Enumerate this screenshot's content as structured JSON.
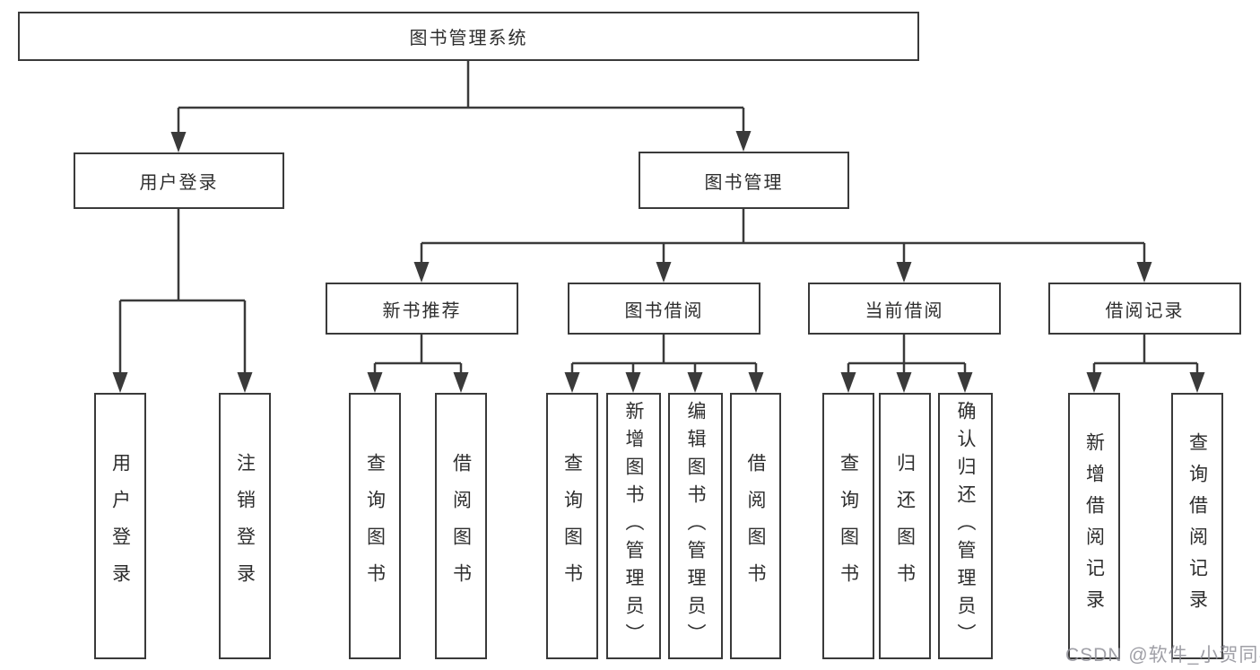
{
  "colors": {
    "background": "#ffffff",
    "box_border": "#3a3a3a",
    "line": "#3a3a3a",
    "text": "#2e2e2e",
    "watermark": "#8e8e96"
  },
  "tree": {
    "label": "图书管理系统",
    "children": [
      {
        "label": "用户登录",
        "children": [
          {
            "label": "用户登录"
          },
          {
            "label": "注销登录"
          }
        ]
      },
      {
        "label": "图书管理",
        "children": [
          {
            "label": "新书推荐",
            "children": [
              {
                "label": "查询图书"
              },
              {
                "label": "借阅图书"
              }
            ]
          },
          {
            "label": "图书借阅",
            "children": [
              {
                "label": "查询图书"
              },
              {
                "label": "新增图书（管理员）"
              },
              {
                "label": "编辑图书（管理员）"
              },
              {
                "label": "借阅图书"
              }
            ]
          },
          {
            "label": "当前借阅",
            "children": [
              {
                "label": "查询图书"
              },
              {
                "label": "归还图书"
              },
              {
                "label": "确认归还（管理员）"
              }
            ]
          },
          {
            "label": "借阅记录",
            "children": [
              {
                "label": "新增借阅记录"
              },
              {
                "label": "查询借阅记录"
              }
            ]
          }
        ]
      }
    ]
  },
  "watermark": {
    "text": "CSDN @软件_小贺同学"
  }
}
